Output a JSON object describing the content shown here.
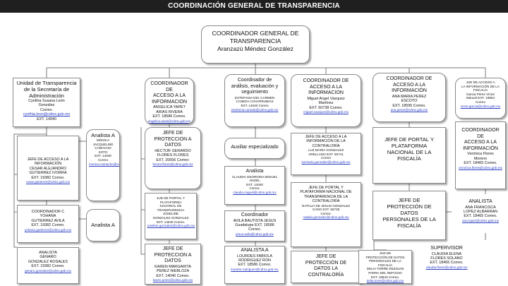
{
  "header": {
    "title": "COORDINACIÓN GENERAL DE TRANSPARENCIA"
  },
  "top": {
    "role_lines": [
      "COORDINADOR GENERAL DE",
      "TRANSPARENCIA"
    ],
    "name": "Aranzazú Méndez González"
  },
  "unidad": {
    "title_lines": [
      "Unidad de Transparencia",
      "de la Secretaría de",
      "Administración"
    ],
    "name_lines": [
      "Cynthia Susana León",
      "González"
    ],
    "correo": "Correo.",
    "email": "cynthia.leon@cdmx.gob.mx",
    "ext": "EXT. 14040"
  },
  "jefe_acceso": {
    "lines": [
      "JEFE DE ACCESO A LA",
      "INFORMACIÓN",
      "CESAR ALEJANDRO",
      "GUTIERREZ IVORRA",
      "EXT. 19382 Correo."
    ],
    "email": "cesar.gutierrez@cdmx.gob.mx"
  },
  "coordinador_c": {
    "lines": [
      "COORDINADOR C",
      "YOHANA",
      "GUTIERREZ AVILA",
      "EXT. 19382 Correo."
    ],
    "email": "yohana.gutierrez@cdmx.gob.mx"
  },
  "analista_genaro": {
    "lines": [
      "ANALISTA",
      "GENARO",
      "GONZALEZ ROSALES",
      "EXT. 19382 Correo."
    ],
    "email": "genaro.gonzalez@cdmx.gob.mx"
  },
  "analista_a1": {
    "lines": [
      "Analista A",
      "MÓNICA",
      "JACQUELINE",
      "CAMACHO",
      "SOTO",
      "EXT. 14040",
      "Correo"
    ],
    "email": "monica.camacho@cdmx.gob.mx"
  },
  "analista_a2": {
    "label": "Analista A"
  },
  "coord_acceso_1": {
    "lines": [
      "COORDINADOR DE",
      "ACCESO A LA",
      "INFORMACION",
      "ANGELICA YAPET",
      "ARIAS RIVERA",
      "EXT. 18586 Correo."
    ],
    "email": "angelica.arias@cdmx.gob.mx"
  },
  "jefe_protec_a": {
    "lines": [
      "JEFE DE PROTECCION A",
      "DATOS",
      "HECTOR GERARDO",
      "FLORES FLORES",
      "EXT. 20656 Correo:"
    ],
    "email": "hector.flores@cdmx.gob.mx"
  },
  "jud_datos": {
    "lines": [
      "JUD DE PORTAL Y PLATAFORMA",
      "NACIONAL DE TRANSPARENCIA",
      "JOSELINE",
      "GONZALEZ GONZALEZ",
      "EXT. 14040 Correo."
    ],
    "email": "joseline.gonzalez@cdmx.gob.mx"
  },
  "jefe_protec_b": {
    "lines": [
      "JEFE DE PROTECCION A",
      "DATOS",
      "KAREN MARGARITA",
      "PEREZ NIEBLOZA",
      "EXT. 14040 Correo."
    ],
    "email": "karen.perez@cdmx.gob.mx"
  },
  "coord_analisis": {
    "lines": [
      "Coordinador de",
      "análisis, evaluación y",
      "seguimiento",
      "ESTEFANIA DEL CARMEN",
      "CANEDA COVARRUBIAS",
      "EXT. 14040 Correo"
    ],
    "email": "estefania.caneda@cdmx.gob.mx"
  },
  "auxiliar": {
    "label": "Auxiliar especializado"
  },
  "analista_claudia": {
    "lines": [
      "Analista",
      "CLAUDIA GEORGINA MIGUEL",
      "ANGEL",
      "EXT. 14040",
      "Correo."
    ],
    "email": "claudia.miguel@cdmx.gob.mx"
  },
  "coordinador_avila": {
    "lines": [
      "Coordinador",
      "AVILA BAUTISTA JESUS",
      "Guadalupe EXT. 18586",
      "Correo."
    ],
    "email": "jesus.avila@cdmx.gob.mx"
  },
  "analista_a_lourdes": {
    "lines": [
      "ANALISTA A",
      "LOURDES FABIOLA",
      "RODRIGUEZ RON",
      "EXT. 18586 Correo."
    ],
    "email": "lourdes.rodriguez@cdmx.gob.mx"
  },
  "coord_acceso_2": {
    "lines": [
      "COORDINADOR DE",
      "ACCESO A LA",
      "INFORMACION",
      "Miguel Angel Vázquez",
      "Martínez",
      "EXT. 50738 Correo."
    ],
    "email": "miguel.vazquez@cdmx.gob.mx"
  },
  "jefe_acceso_2": {
    "lines": [
      "JEFE DE ACCESO A LA",
      "INFORMACIÓN DE LA",
      "CONTRALORÍA",
      "LUZ MARIA GONZALEZ",
      "ARELLANO EXT. 50741",
      "Correo"
    ],
    "email": "luzmaria.gonzalez@cdmx.gob.mx"
  },
  "jefe_portal_2": {
    "lines": [
      "JEFE DE PORTAL Y",
      "PLATAFORMA NACIONAL DE",
      "TRANSPARENCIA DE LA",
      "CONTRALORÍA",
      "NATALIA DE JESUS GONZALEZ",
      "CANO EXT. 50738",
      "Correo."
    ],
    "email": "natalia.gonzalez@cdmx.gob.mx"
  },
  "jefe_proteccion_contraloria": {
    "lines": [
      "JEFE DE",
      "PROTECCIÓN DE",
      "DATOS LA",
      "CONTRALORÍA"
    ]
  },
  "coord_acceso_3": {
    "lines": [
      "COORDINADOR DE",
      "ACCESO A LA",
      "INFORMACIÓN",
      "ANA MARIA PEREZ",
      "ESCOTO",
      "EXT. 18595 Correo."
    ],
    "email": "ana.perez@cdmx.gob.mx"
  },
  "jefe_portal_3": {
    "lines": [
      "JEFE DE PORTAL Y",
      "PLATAFORMA",
      "NACIONAL DE LA",
      "FISCALÍA"
    ]
  },
  "jefe_proteccion_3": {
    "lines": [
      "JEFE DE",
      "PROTECCIÓN DE",
      "DATOS",
      "PERSONALES DE LA",
      "FISCALÍA"
    ]
  },
  "jud_proteccion_3": {
    "lines": [
      "JUD DE",
      "PROTECCIÓN DE DATOS",
      "PERSONALES DE LA",
      "FISCALÍA",
      "DELIA TORRE REZGUNI",
      "PARRA DEL REFUGIO",
      "EXT. 18543 Correo."
    ],
    "email": "delia.torre@cdmx.gob.mx"
  },
  "jud_acceso_4": {
    "lines": [
      "JUD DE ACCESO A",
      "LA INFORMACIÓN DE LA",
      "FISCALÍA",
      "Garcia Pérez Víctor",
      "Manuel EXT. 18564",
      "Correo"
    ],
    "email": "victor.garcia@cdmx.gob.mx"
  },
  "coord_acceso_4": {
    "lines": [
      "COORDINADOR DE",
      "ACCESO A LA",
      "INFORMACIÓN",
      "Verónica Flores",
      "Moreno",
      "EXT. 18465 Correo."
    ],
    "email": "veronica.flores@cdmx.gob.mx"
  },
  "analista_ana": {
    "lines": [
      "ANALISTA",
      "ANA FRANCISCA",
      "LOPEZ ALBARRAN",
      "EXT. 18465 Correo."
    ],
    "email": "ana.lopez@cdmx.gob.mx"
  },
  "supervisor": {
    "lines": [
      "SUPERVISOR",
      "CLAUDIA ELENA",
      "FLORES SOLANO",
      "EXT. 18465 Correo."
    ],
    "email": "claudia.flores@cdmx.gob.mx"
  }
}
